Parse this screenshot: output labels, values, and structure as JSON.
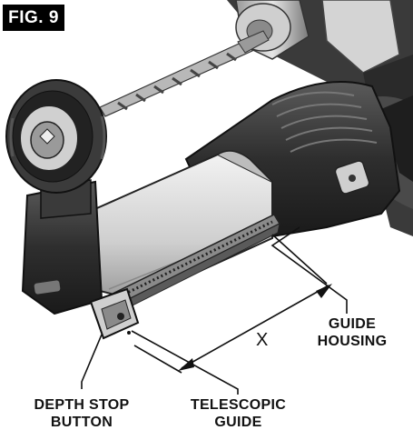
{
  "figure": {
    "label": "FIG. 9"
  },
  "labels": {
    "guide_housing": [
      "GUIDE",
      "HOUSING"
    ],
    "depth_stop_button": [
      "DEPTH STOP",
      "BUTTON"
    ],
    "telescopic_guide": [
      "TELESCOPIC",
      "GUIDE"
    ],
    "dimension": "X"
  },
  "colors": {
    "badge_background": "#000000",
    "badge_text": "#ffffff",
    "tool_dark": "#2f2f2f",
    "tool_mid": "#6a6a6a",
    "tool_light": "#bdbdbd",
    "channel": "#d9d9d9"
  }
}
